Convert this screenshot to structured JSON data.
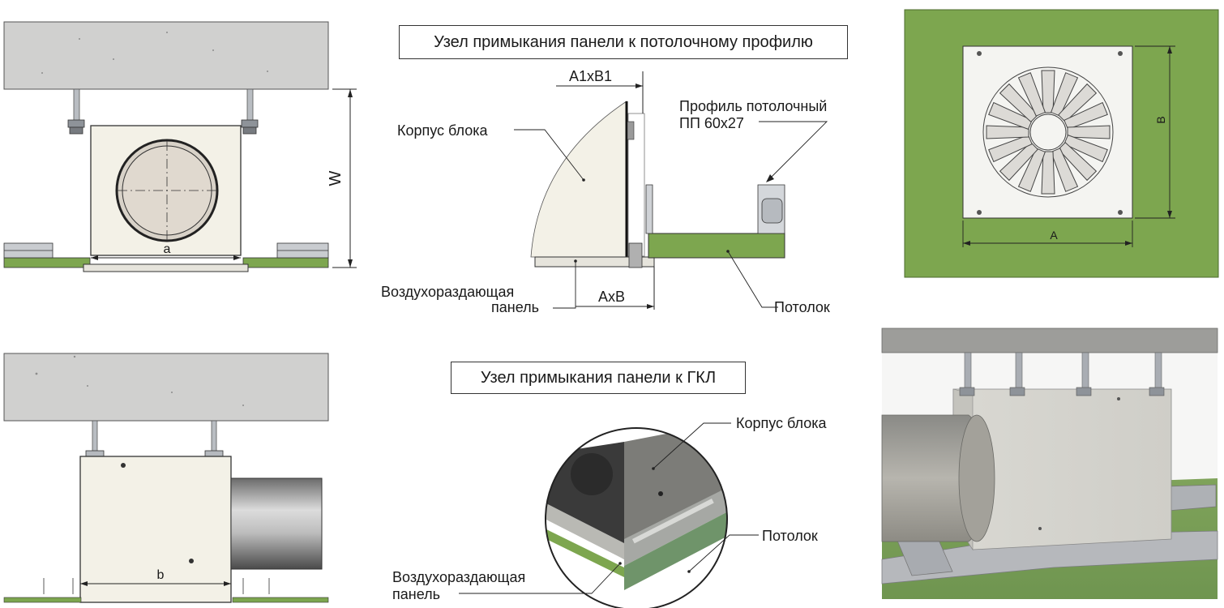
{
  "panel_top_left": {
    "dim_a": "a",
    "dim_w": "W"
  },
  "panel_bottom_left": {
    "dim_b": "b"
  },
  "panel_top_middle": {
    "title": "Узел примыкания панели к потолочному профилю",
    "dim_a1b1": "A1xB1",
    "dim_axb": "AxB",
    "label_housing": "Корпус блока",
    "label_profile_1": "Профиль потолочный",
    "label_profile_2": "ПП 60x27",
    "label_panel_1": "Воздухораздающая",
    "label_panel_2": "панель",
    "label_ceiling": "Потолок"
  },
  "panel_bottom_middle": {
    "title": "Узел примыкания панели к ГКЛ",
    "label_housing": "Корпус блока",
    "label_ceiling": "Потолок",
    "label_panel_1": "Воздухораздающая",
    "label_panel_2": "панель"
  },
  "panel_top_right": {
    "dim_a": "A",
    "dim_b": "B"
  },
  "colors": {
    "concrete": "#cfcfcf",
    "ceiling_green": "#7aa34a",
    "housing": "#f1efe6",
    "steel": "#a9adb3"
  }
}
